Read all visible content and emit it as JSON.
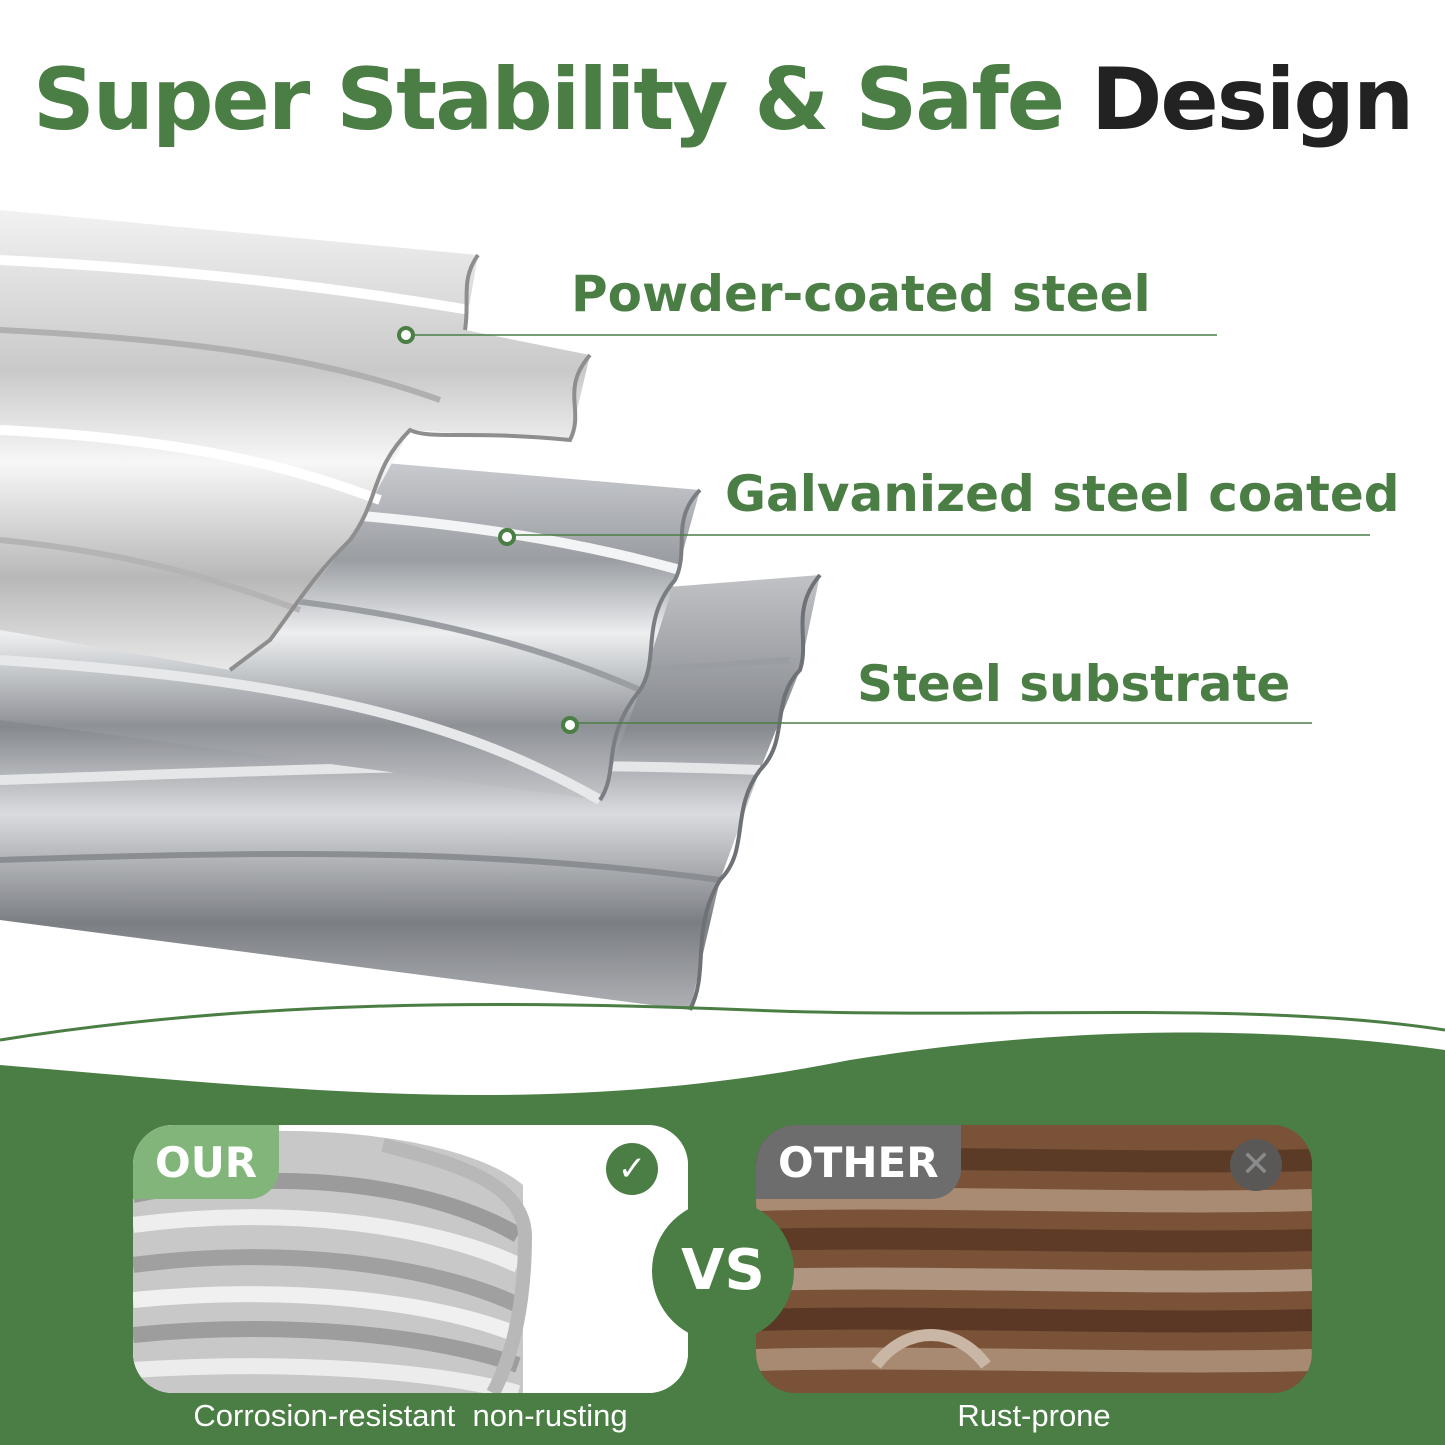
{
  "headline": {
    "green_part": "Super Stability & Safe",
    "dark_part": "Design"
  },
  "layers": [
    {
      "label": "Powder-coated steel"
    },
    {
      "label": "Galvanized steel coated"
    },
    {
      "label": "Steel substrate"
    }
  ],
  "comparison": {
    "ours": {
      "tag": "OUR",
      "caption": "Corrosion-resistant  non-rusting",
      "status_icon": "check-icon"
    },
    "vs_label": "VS",
    "other": {
      "tag": "OTHER",
      "caption": "Rust-prone",
      "status_icon": "close-icon"
    }
  },
  "colors": {
    "brand_green": "#4a7e44",
    "light_green": "#82b57a",
    "text_dark": "#222222",
    "rust": "#6e4a33"
  }
}
